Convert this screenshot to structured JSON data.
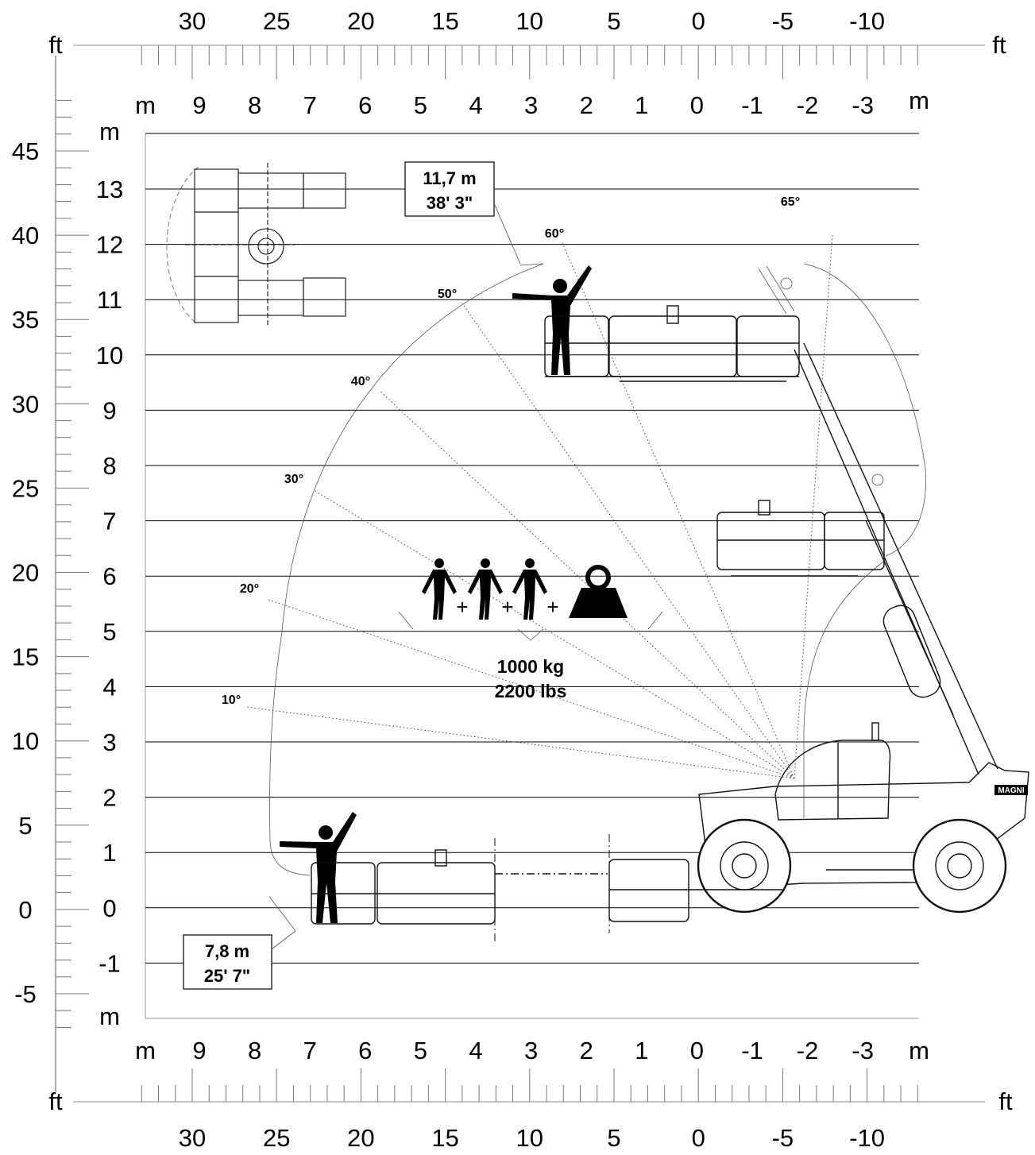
{
  "units": {
    "meter": "m",
    "feet": "ft"
  },
  "axes": {
    "top_ft_labels": [
      "30",
      "25",
      "20",
      "15",
      "10",
      "5",
      "0",
      "-5",
      "-10"
    ],
    "top_m_labels": [
      "9",
      "8",
      "7",
      "6",
      "5",
      "4",
      "3",
      "2",
      "1",
      "0",
      "-1",
      "-2",
      "-3"
    ],
    "bottom_m_labels": [
      "9",
      "8",
      "7",
      "6",
      "5",
      "4",
      "3",
      "2",
      "1",
      "0",
      "-1",
      "-2",
      "-3"
    ],
    "bottom_ft_labels": [
      "30",
      "25",
      "20",
      "15",
      "10",
      "5",
      "0",
      "-5",
      "-10"
    ],
    "left_ft_labels": [
      "45",
      "40",
      "35",
      "30",
      "25",
      "20",
      "15",
      "10",
      "5",
      "0",
      "-5"
    ],
    "left_m_labels": [
      "13",
      "12",
      "11",
      "10",
      "9",
      "8",
      "7",
      "6",
      "5",
      "4",
      "3",
      "2",
      "1",
      "0",
      "-1"
    ]
  },
  "callouts": {
    "max_height": {
      "metric": "11,7 m",
      "imperial": "38' 3\""
    },
    "max_outreach": {
      "metric": "7,8 m",
      "imperial": "25' 7\""
    }
  },
  "load": {
    "metric": "1000 kg",
    "imperial": "2200 lbs"
  },
  "boom_angles": [
    "65°",
    "60°",
    "50°",
    "40°",
    "30°",
    "20°",
    "10°"
  ],
  "brand": "MAGNI",
  "icons": [
    "person-icon",
    "person-icon",
    "person-icon",
    "weight-icon"
  ]
}
